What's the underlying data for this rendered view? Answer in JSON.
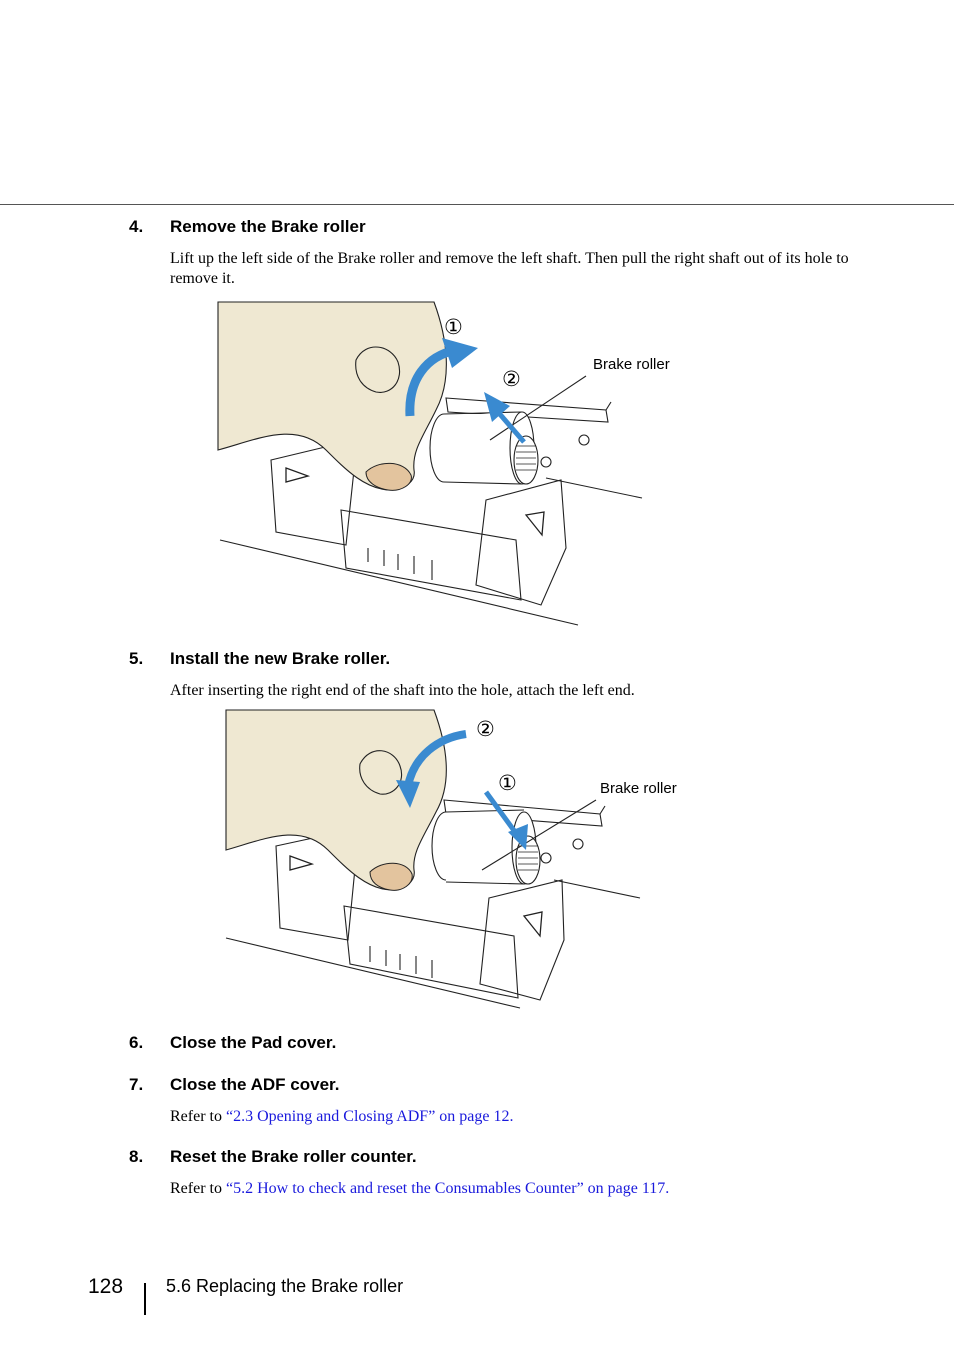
{
  "steps": [
    {
      "number": "4.",
      "title": "Remove the Brake roller",
      "body": "Lift up the left side of the Brake roller and remove the left shaft. Then pull the right shaft out of its hole to remove it.",
      "figure": {
        "label": "Brake roller",
        "callout_1": "①",
        "callout_2": "②"
      }
    },
    {
      "number": "5.",
      "title": "Install the new Brake roller.",
      "body": "After inserting the right end of the shaft into the hole, attach the left end.",
      "figure": {
        "label": "Brake roller",
        "callout_1": "①",
        "callout_2": "②"
      }
    },
    {
      "number": "6.",
      "title": "Close the Pad cover."
    },
    {
      "number": "7.",
      "title": "Close the ADF cover.",
      "refer_prefix": "Refer to ",
      "refer_link": "“2.3 Opening and Closing ADF” on page 12."
    },
    {
      "number": "8.",
      "title": "Reset the Brake roller counter.",
      "refer_prefix": "Refer to ",
      "refer_link": "“5.2 How to check and reset the Consumables Counter” on page 117."
    }
  ],
  "footer": {
    "page_number": "128",
    "section": "5.6 Replacing the Brake roller"
  },
  "colors": {
    "link": "#1a1adc",
    "arrow": "#3a8ad0",
    "hand": "#efe8d2",
    "nail": "#e3c49e"
  }
}
